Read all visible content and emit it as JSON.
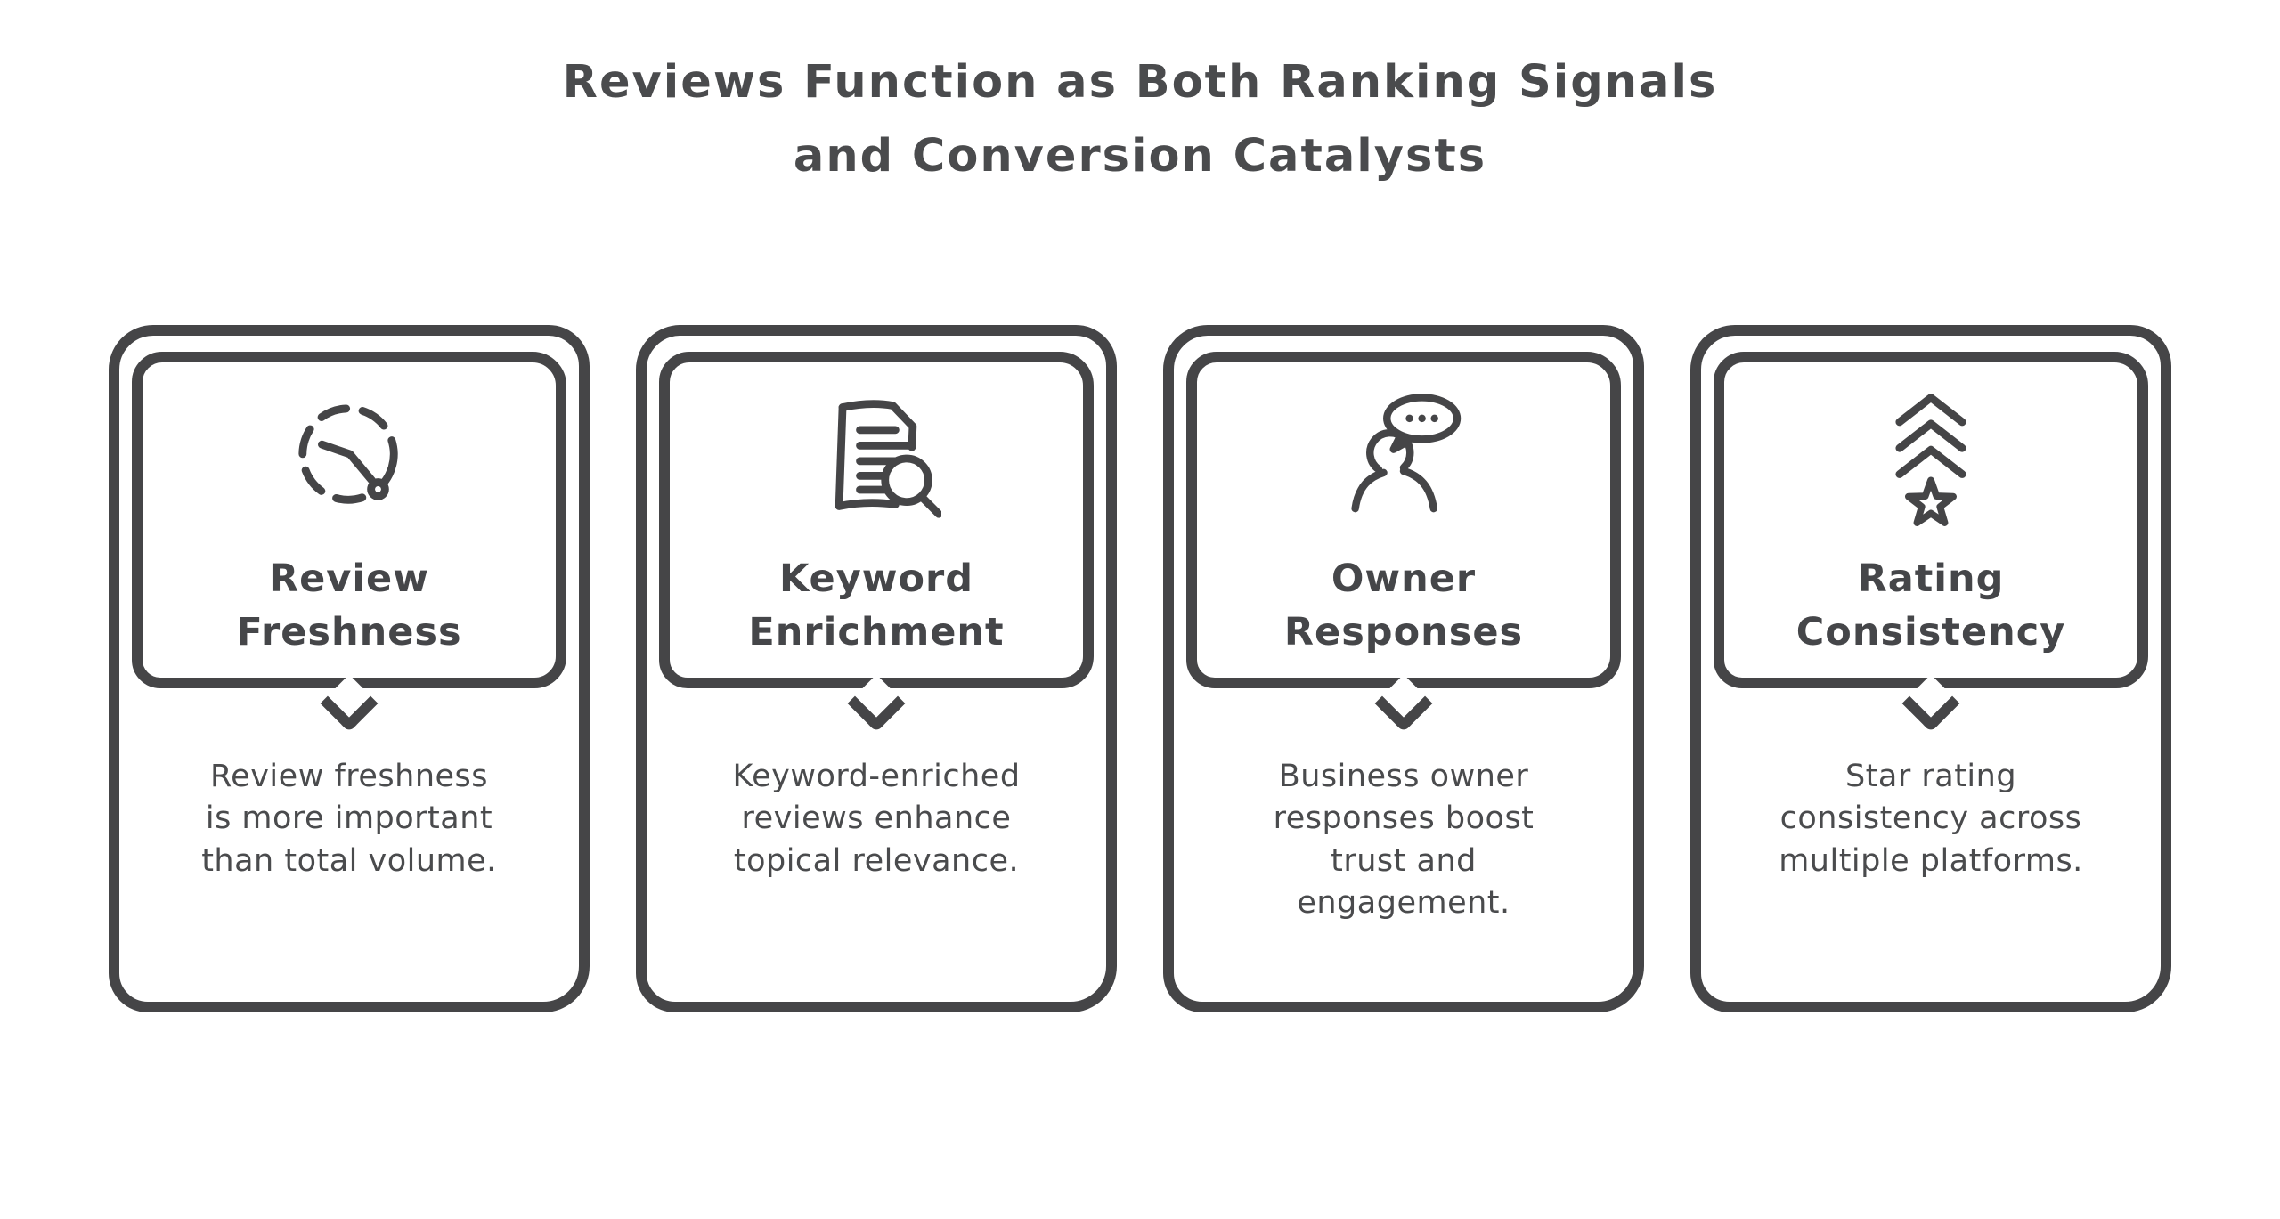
{
  "page": {
    "background": "#ffffff",
    "ink_color": "#454547",
    "text_color": "#4a4b4d"
  },
  "title": {
    "lines": [
      "Reviews Function as Both Ranking Signals",
      "and Conversion Catalysts"
    ]
  },
  "cards": [
    {
      "id": "review-freshness",
      "icon": "clock-icon",
      "title_lines": [
        "Review",
        "Freshness"
      ],
      "description_lines": [
        "Review freshness",
        "is more important",
        "than total volume."
      ]
    },
    {
      "id": "keyword-enrichment",
      "icon": "document-search-icon",
      "title_lines": [
        "Keyword",
        "Enrichment"
      ],
      "description_lines": [
        "Keyword-enriched",
        "reviews enhance",
        "topical relevance."
      ]
    },
    {
      "id": "owner-responses",
      "icon": "person-speech-bubble-icon",
      "title_lines": [
        "Owner",
        "Responses"
      ],
      "description_lines": [
        "Business owner",
        "responses boost",
        "trust and",
        "engagement."
      ]
    },
    {
      "id": "rating-consistency",
      "icon": "chevrons-star-icon",
      "title_lines": [
        "Rating",
        "Consistency"
      ],
      "description_lines": [
        "Star rating",
        "consistency across",
        "multiple platforms."
      ]
    }
  ]
}
